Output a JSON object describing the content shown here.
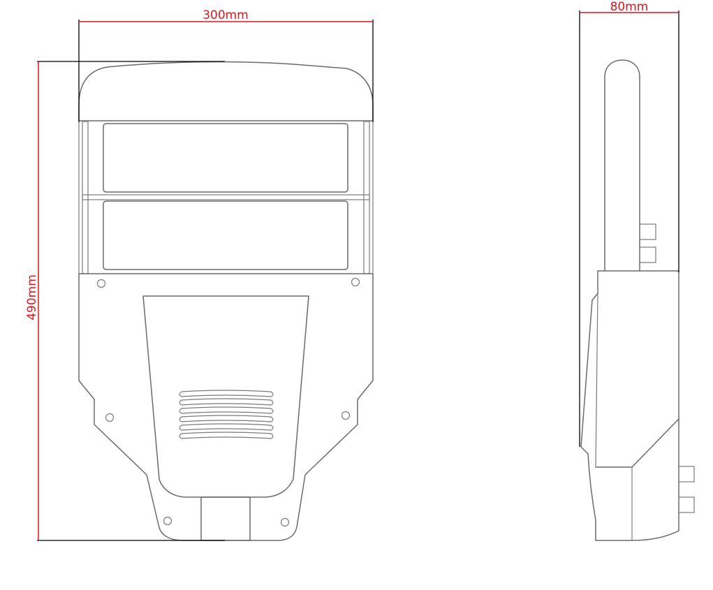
{
  "front_view": {
    "width_label": "300mm",
    "height_label": "490mm"
  },
  "side_view": {
    "depth_label": "80mm"
  },
  "colors": {
    "dimension": "#e0141e",
    "outline": "#6a6a6a",
    "extension": "#000000",
    "background": "#ffffff"
  }
}
